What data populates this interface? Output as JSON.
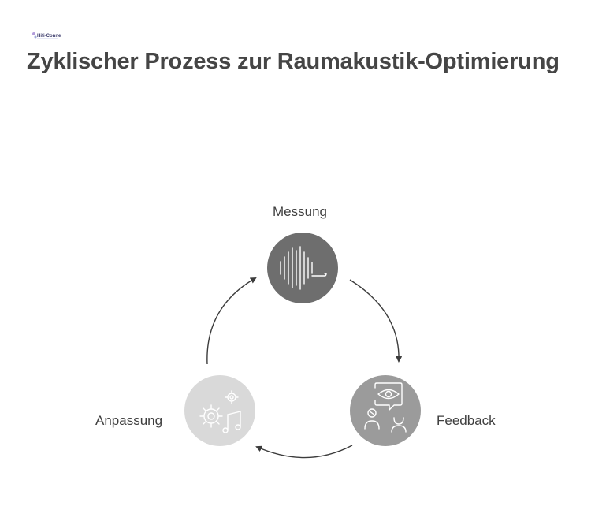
{
  "header": {
    "logo_text": "Hifi-Connect",
    "title": "Zyklischer Prozess zur Raumakustik-Optimierung"
  },
  "cycle": {
    "steps": [
      {
        "label": "Messung",
        "icon": "sound-wave-icon",
        "color": "#6e6e6e"
      },
      {
        "label": "Feedback",
        "icon": "eye-feedback-icon",
        "color": "#9b9b9b"
      },
      {
        "label": "Anpassung",
        "icon": "gears-music-icon",
        "color": "#d9d9d9"
      }
    ],
    "arrow_color": "#3c3c3c"
  }
}
